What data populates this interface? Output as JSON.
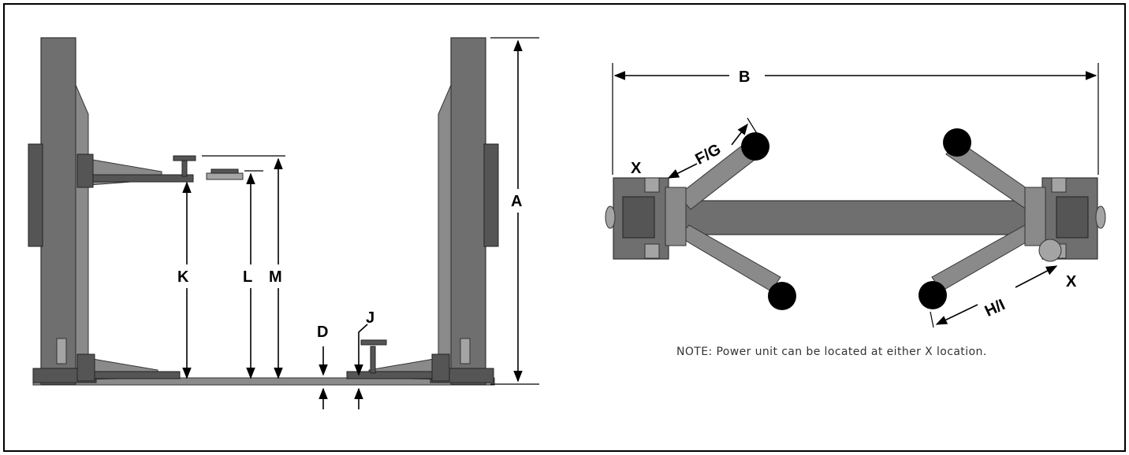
{
  "labels": {
    "A": "A",
    "B": "B",
    "D": "D",
    "J": "J",
    "K": "K",
    "L": "L",
    "M": "M",
    "FG": "F/G",
    "HI": "H/I",
    "X_left": "X",
    "X_right": "X"
  },
  "note": "NOTE: Power unit can be located at either X location.",
  "colors": {
    "steel": "#6f6f6f",
    "dark": "#555555",
    "light": "#a4a4a4",
    "pad": "#000000"
  }
}
